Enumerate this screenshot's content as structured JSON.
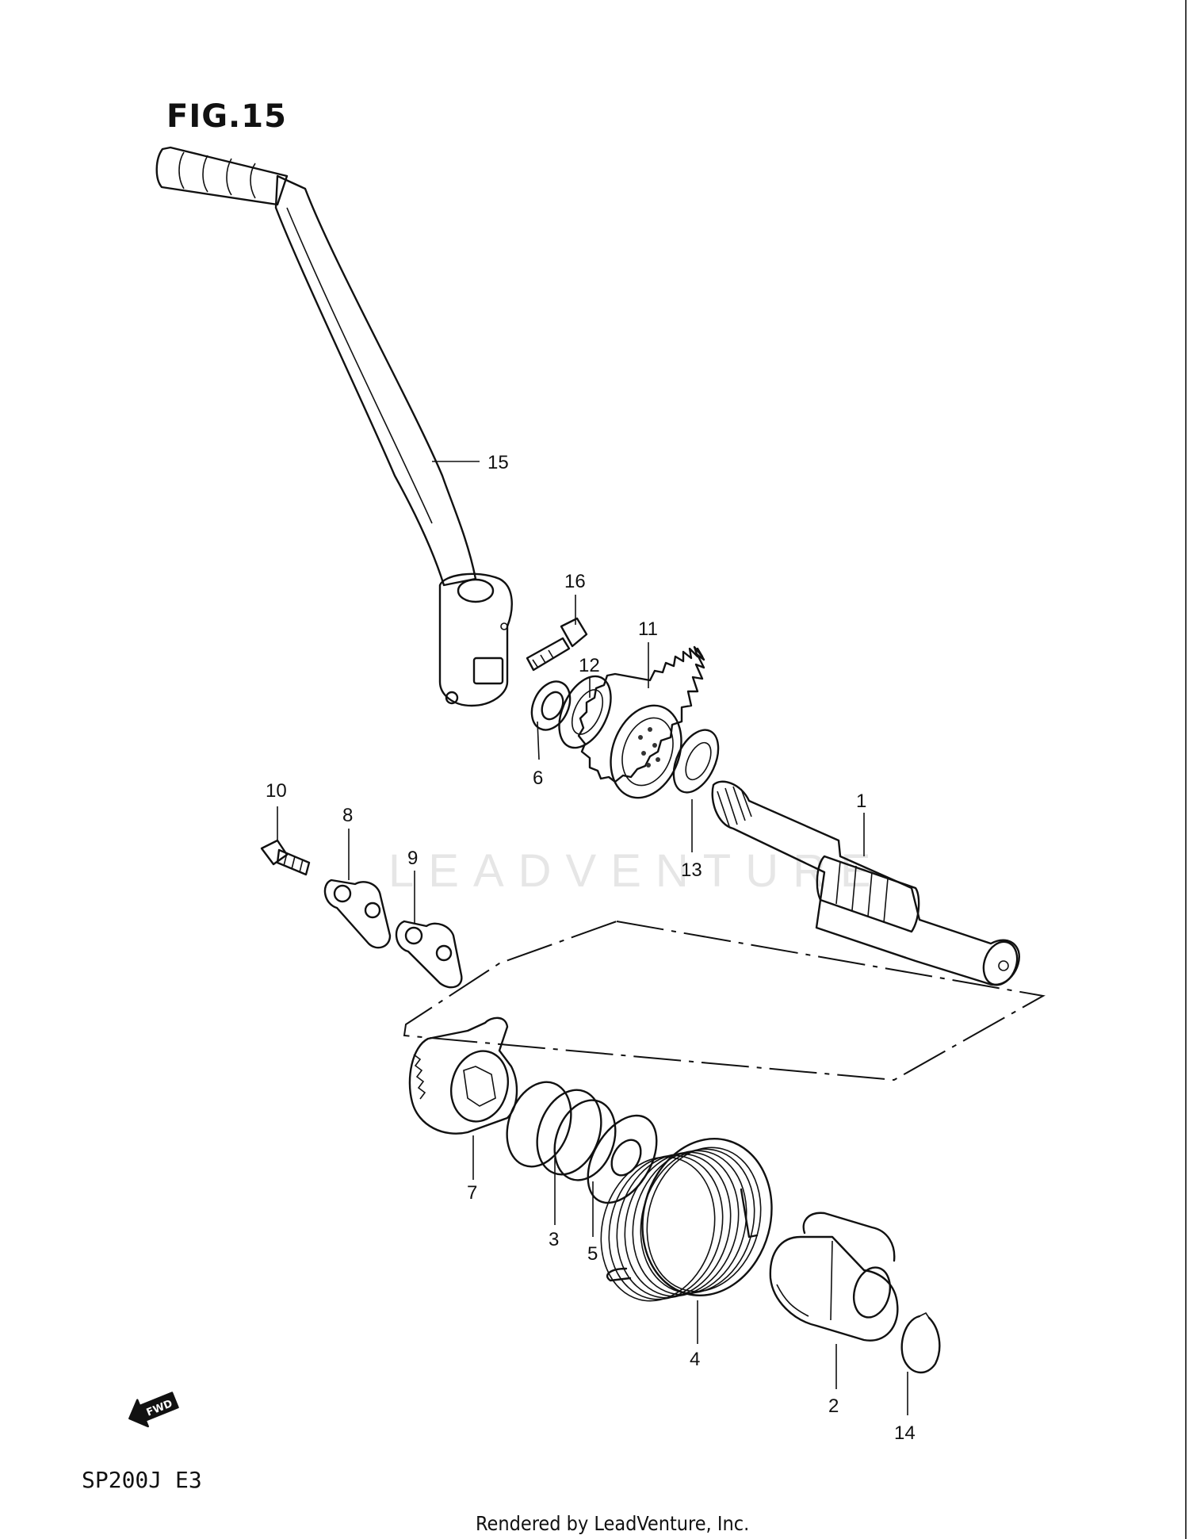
{
  "figure": {
    "title": "FIG.15"
  },
  "model_code": "SP200J  E3",
  "footer": "Rendered by LeadVenture, Inc.",
  "watermark": "LEADVENTURE",
  "callouts": [
    {
      "id": "c1",
      "label": "1"
    },
    {
      "id": "c2",
      "label": "2"
    },
    {
      "id": "c3",
      "label": "3"
    },
    {
      "id": "c4",
      "label": "4"
    },
    {
      "id": "c5",
      "label": "5"
    },
    {
      "id": "c6",
      "label": "6"
    },
    {
      "id": "c7",
      "label": "7"
    },
    {
      "id": "c8",
      "label": "8"
    },
    {
      "id": "c9",
      "label": "9"
    },
    {
      "id": "c10",
      "label": "10"
    },
    {
      "id": "c11",
      "label": "11"
    },
    {
      "id": "c12",
      "label": "12"
    },
    {
      "id": "c13",
      "label": "13"
    },
    {
      "id": "c14",
      "label": "14"
    },
    {
      "id": "c15",
      "label": "15"
    },
    {
      "id": "c16",
      "label": "16"
    }
  ],
  "direction_badge": {
    "label": "FWD",
    "icon": "fwd-arrow-icon"
  }
}
